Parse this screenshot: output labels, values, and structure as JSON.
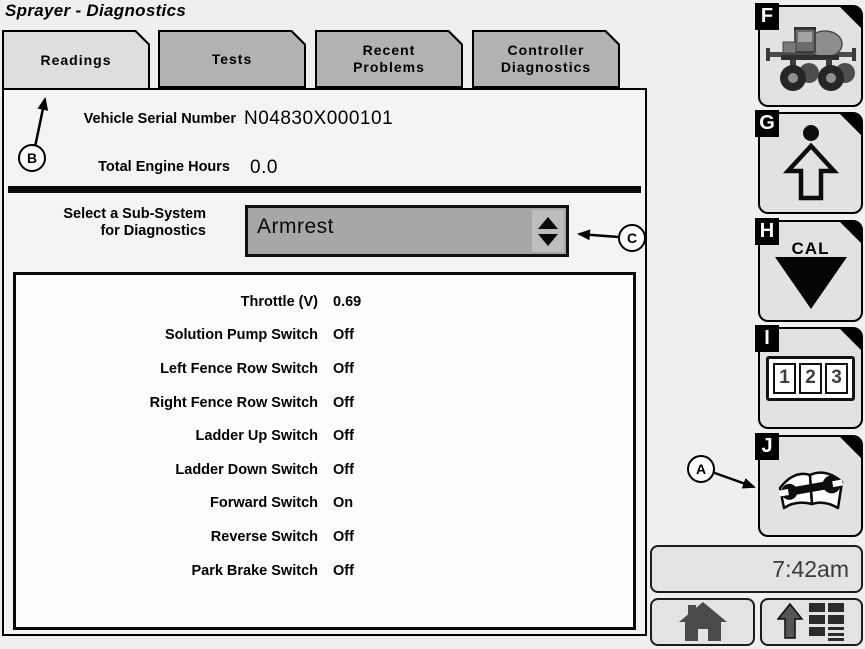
{
  "window": {
    "title": "Sprayer - Diagnostics"
  },
  "tabs": [
    {
      "label": "Readings",
      "active": true
    },
    {
      "label": "Tests",
      "active": false
    },
    {
      "label": "Recent Problems",
      "active": false
    },
    {
      "label": "Controller Diagnostics",
      "active": false
    }
  ],
  "info": {
    "serial_label": "Vehicle Serial Number",
    "serial_value": "N04830X000101",
    "hours_label": "Total Engine Hours",
    "hours_value": "0.0"
  },
  "subsystem": {
    "label_line1": "Select a Sub-System",
    "label_line2": "for Diagnostics",
    "selected": "Armrest"
  },
  "readings": [
    {
      "label": "Throttle (V)",
      "value": "0.69"
    },
    {
      "label": "Solution Pump Switch",
      "value": "Off"
    },
    {
      "label": "Left Fence Row Switch",
      "value": "Off"
    },
    {
      "label": "Right Fence Row Switch",
      "value": "Off"
    },
    {
      "label": "Ladder Up Switch",
      "value": "Off"
    },
    {
      "label": "Ladder Down Switch",
      "value": "Off"
    },
    {
      "label": "Forward Switch",
      "value": "On"
    },
    {
      "label": "Reverse Switch",
      "value": "Off"
    },
    {
      "label": "Park Brake Switch",
      "value": "Off"
    }
  ],
  "callouts": {
    "a": "A",
    "b": "B",
    "c": "C"
  },
  "sidebar": {
    "keys": [
      {
        "key": "F",
        "icon": "sprayer-icon"
      },
      {
        "key": "G",
        "icon": "raise-arrow-icon"
      },
      {
        "key": "H",
        "icon": "calibration-icon",
        "cal_label": "CAL"
      },
      {
        "key": "I",
        "icon": "numeric-entry-icon",
        "digits": [
          "1",
          "2",
          "3"
        ]
      },
      {
        "key": "J",
        "icon": "diagnostics-book-icon"
      }
    ],
    "time": "7:42am"
  },
  "colors": {
    "dropdown_bg": "#a7a7a7",
    "softkey_bg": "#e2e2e2",
    "inactive_tab": "#b2b2b2",
    "active_tab": "#dedede"
  }
}
